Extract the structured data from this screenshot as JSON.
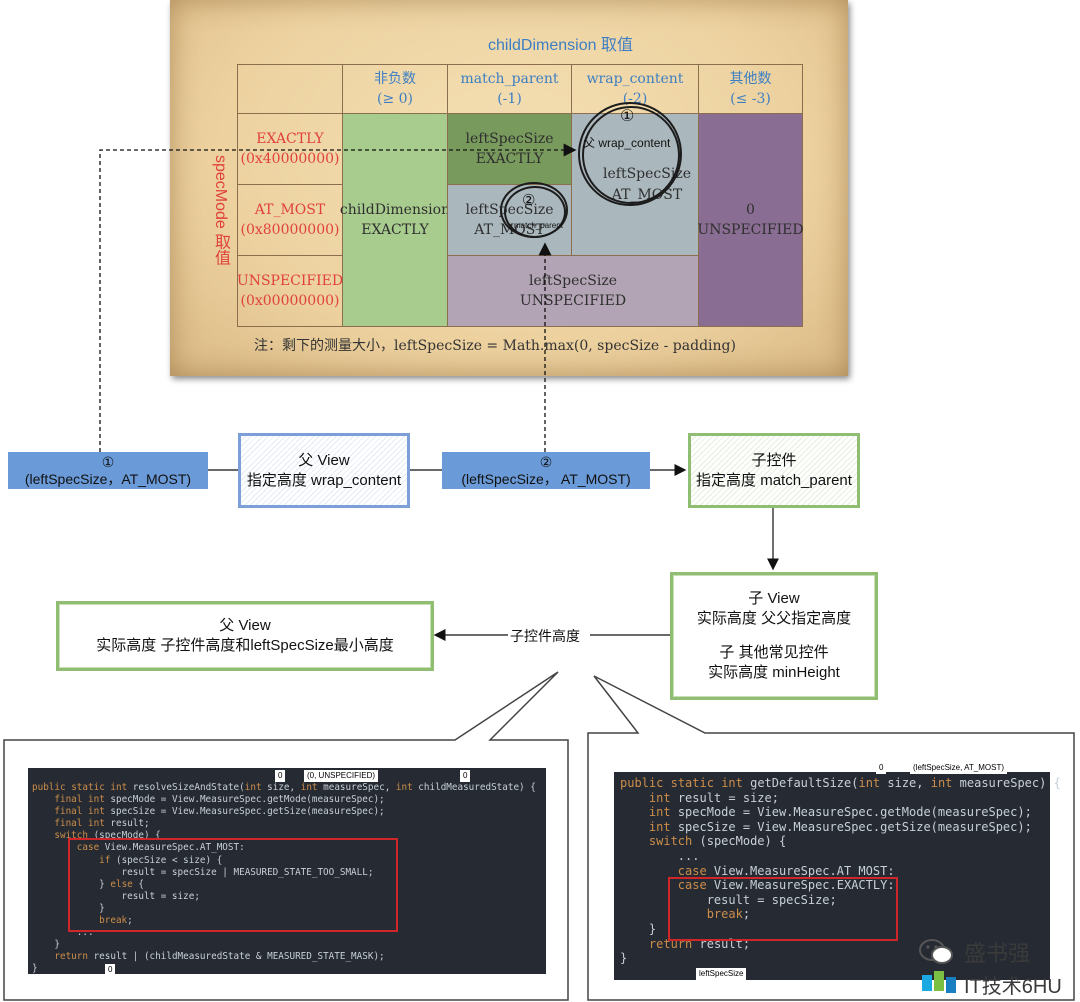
{
  "table": {
    "top_header": "childDimension 取值",
    "side_header": "specMode 取值",
    "columns": [
      {
        "name": "非负数",
        "range": "(≥ 0)"
      },
      {
        "name": "match_parent",
        "range": "(-1)"
      },
      {
        "name": "wrap_content",
        "range": "(-2)"
      },
      {
        "name": "其他数",
        "range": "(≤ -3)"
      }
    ],
    "rows": [
      {
        "name": "EXACTLY",
        "value": "(0x40000000)"
      },
      {
        "name": "AT_MOST",
        "value": "(0x80000000)"
      },
      {
        "name": "UNSPECIFIED",
        "value": "(0x00000000)"
      }
    ],
    "cells": {
      "col1": {
        "line1": "childDimension",
        "line2": "EXACTLY"
      },
      "mp_exactly": {
        "line1": "leftSpecSize",
        "line2": "EXACTLY"
      },
      "mp_atmost": {
        "line1": "leftSpecSize",
        "line2": "AT_MOST"
      },
      "wc": {
        "line1": "leftSpecSize",
        "line2": "AT_MOST"
      },
      "unspecified": {
        "line1": "leftSpecSize",
        "line2": "UNSPECIFIED"
      },
      "col4": {
        "line1": "0",
        "line2": "UNSPECIFIED"
      }
    },
    "annotation1": {
      "num": "①",
      "line1": "父 wrap_content"
    },
    "annotation2": {
      "num": "②",
      "line1": "match_parent"
    },
    "note": "注：剩下的测量大小，leftSpecSize = Math.max(0, specSize - padding)"
  },
  "flow": {
    "spec1": {
      "num": "①",
      "text": "(leftSpecSize，AT_MOST)"
    },
    "parent_view": {
      "title": "父 View",
      "desc": "指定高度 wrap_content"
    },
    "spec2": {
      "num": "②",
      "text": "(leftSpecSize， AT_MOST)"
    },
    "child_control": {
      "title": "子控件",
      "desc": "指定高度 match_parent"
    },
    "child_view": {
      "line1": "子 View",
      "line2": "实际高度 父父指定高度",
      "line3": "子 其他常见控件",
      "line4": "实际高度 minHeight"
    },
    "arrow_label": "子控件高度",
    "parent_result": {
      "title": "父 View",
      "desc": "实际高度 子控件高度和leftSpecSize最小高度"
    }
  },
  "code_left": {
    "tags": [
      "0",
      "(0, UNSPECIFIED)",
      "0",
      "0"
    ],
    "lines": [
      "public static int resolveSizeAndState(int size, int measureSpec, int childMeasuredState) {",
      "    final int specMode = View.MeasureSpec.getMode(measureSpec);",
      "    final int specSize = View.MeasureSpec.getSize(measureSpec);",
      "    final int result;",
      "    switch (specMode) {",
      "        case View.MeasureSpec.AT_MOST:",
      "            if (specSize < size) {",
      "                result = specSize | MEASURED_STATE_TOO_SMALL;",
      "            } else {",
      "                result = size;",
      "            }",
      "            break;",
      "        ...",
      "    }",
      "    return result | (childMeasuredState & MEASURED_STATE_MASK);",
      "}"
    ]
  },
  "code_right": {
    "tags": [
      "0",
      "(leftSpecSize, AT_MOST)",
      "leftSpecSize"
    ],
    "lines": [
      "public static int getDefaultSize(int size, int measureSpec) {",
      "    int result = size;",
      "    int specMode = View.MeasureSpec.getMode(measureSpec);",
      "    int specSize = View.MeasureSpec.getSize(measureSpec);",
      "",
      "    switch (specMode) {",
      "        ...",
      "        case View.MeasureSpec.AT_MOST:",
      "        case View.MeasureSpec.EXACTLY:",
      "            result = specSize;",
      "            break;",
      "    }",
      "    return result;",
      "}"
    ]
  },
  "watermark": {
    "name": "盛书强",
    "sub": "IT技术6HU"
  },
  "colors": {
    "blue_header": "#3d7fc4",
    "red_mode": "#e0413c",
    "green_cell": "#a8cc8e",
    "purple_cell": "#8a6d93",
    "code_bg": "#262b33"
  }
}
